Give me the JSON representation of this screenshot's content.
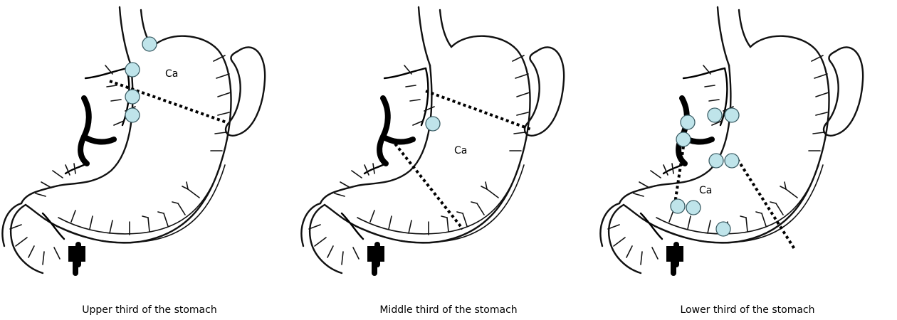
{
  "figure": {
    "panels": [
      {
        "caption": "Upper third of the stomach",
        "tumor_label": "Ca"
      },
      {
        "caption": "Middle third of the stomach",
        "tumor_label": "Ca"
      },
      {
        "caption": "Lower third of the stomach",
        "tumor_label": "Ca"
      }
    ],
    "colors": {
      "lymph_node_fill": "#bfe4ea",
      "lymph_node_stroke": "#3c5e66",
      "line": "#000000"
    }
  }
}
